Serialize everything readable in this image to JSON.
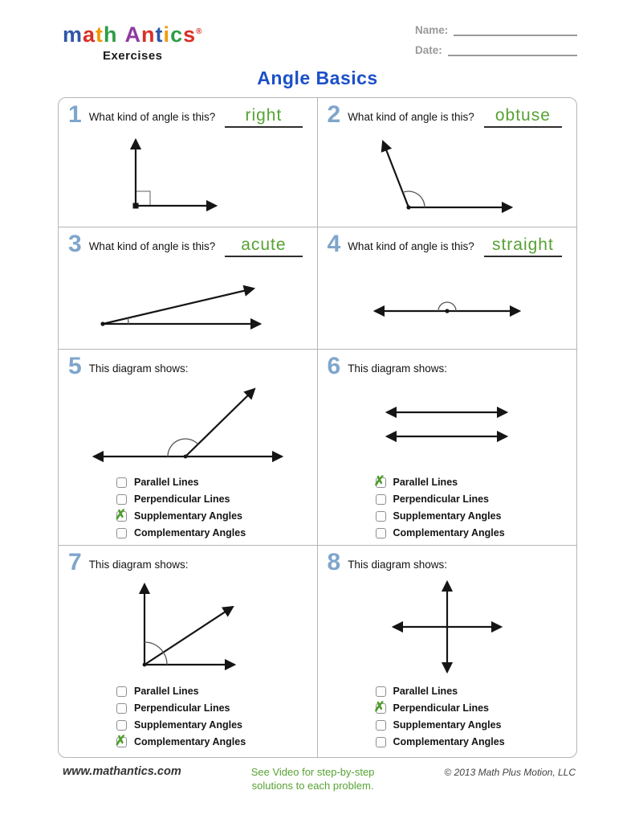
{
  "colors": {
    "title_blue": "#1b50c8",
    "number_blue": "#7fa6cc",
    "answer_green": "#57a233",
    "check_green": "#4f9e2d",
    "line_black": "#151515"
  },
  "header": {
    "logo": {
      "word1": [
        {
          "ch": "m",
          "css": "color:#2f56a8"
        },
        {
          "ch": "a",
          "css": "color:#d93025"
        },
        {
          "ch": "t",
          "css": "color:#f29900"
        },
        {
          "ch": "h",
          "css": "color:#2e9e46"
        }
      ],
      "word2": [
        {
          "ch": "A",
          "css": "color:#8e3a9e"
        },
        {
          "ch": "n",
          "css": "color:#d93025"
        },
        {
          "ch": "t",
          "css": "color:#2f56a8"
        },
        {
          "ch": "i",
          "css": "color:#f29900"
        },
        {
          "ch": "c",
          "css": "color:#2e9e46"
        },
        {
          "ch": "s",
          "css": "color:#d93025"
        }
      ],
      "registered": "®",
      "subtitle": "Exercises"
    },
    "name_label": "Name:",
    "date_label": "Date:"
  },
  "title": "Angle Basics",
  "problems": [
    {
      "number": "1",
      "question": "What kind of angle is this?",
      "answer": "right"
    },
    {
      "number": "2",
      "question": "What kind of angle is this?",
      "answer": "obtuse"
    },
    {
      "number": "3",
      "question": "What kind of angle is this?",
      "answer": "acute"
    },
    {
      "number": "4",
      "question": "What kind of angle is this?",
      "answer": "straight"
    },
    {
      "number": "5",
      "question": "This diagram shows:",
      "options": [
        {
          "label": "Parallel Lines",
          "checked": false
        },
        {
          "label": "Perpendicular Lines",
          "checked": false
        },
        {
          "label": "Supplementary Angles",
          "checked": true
        },
        {
          "label": "Complementary Angles",
          "checked": false
        }
      ]
    },
    {
      "number": "6",
      "question": "This diagram shows:",
      "options": [
        {
          "label": "Parallel Lines",
          "checked": true
        },
        {
          "label": "Perpendicular Lines",
          "checked": false
        },
        {
          "label": "Supplementary Angles",
          "checked": false
        },
        {
          "label": "Complementary Angles",
          "checked": false
        }
      ]
    },
    {
      "number": "7",
      "question": "This diagram shows:",
      "options": [
        {
          "label": "Parallel Lines",
          "checked": false
        },
        {
          "label": "Perpendicular Lines",
          "checked": false
        },
        {
          "label": "Supplementary Angles",
          "checked": false
        },
        {
          "label": "Complementary Angles",
          "checked": true
        }
      ]
    },
    {
      "number": "8",
      "question": "This diagram shows:",
      "options": [
        {
          "label": "Parallel Lines",
          "checked": false
        },
        {
          "label": "Perpendicular Lines",
          "checked": true
        },
        {
          "label": "Supplementary Angles",
          "checked": false
        },
        {
          "label": "Complementary Angles",
          "checked": false
        }
      ]
    }
  ],
  "footer": {
    "website": "www.mathantics.com",
    "video_note_line1": "See Video for step-by-step",
    "video_note_line2": "solutions to each problem.",
    "copyright": "© 2013 Math Plus Motion, LLC"
  }
}
